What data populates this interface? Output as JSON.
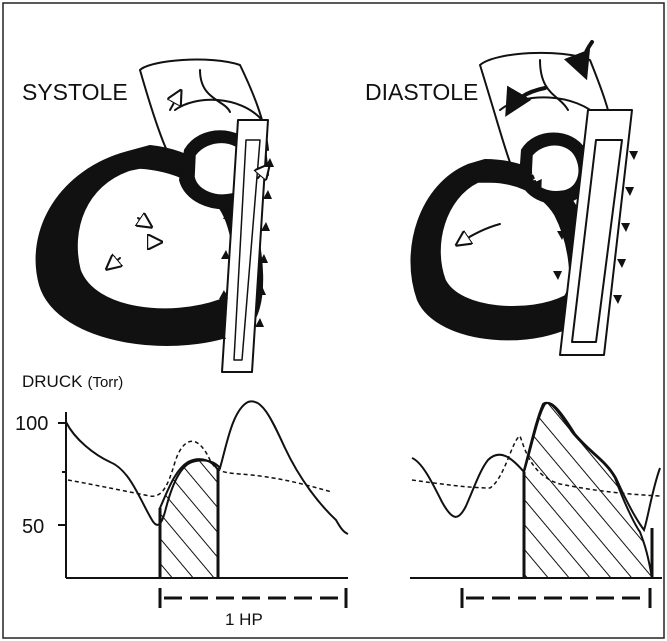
{
  "panels": {
    "left": {
      "title": "SYSTOLE"
    },
    "right": {
      "title": "DIASTOLE"
    }
  },
  "pressure": {
    "label_main": "DRUCK",
    "label_unit": "(Torr)",
    "tick_high": "100",
    "tick_low": "50",
    "interval_label": "1 HP"
  },
  "colors": {
    "ink": "#111111",
    "paper": "#ffffff"
  }
}
